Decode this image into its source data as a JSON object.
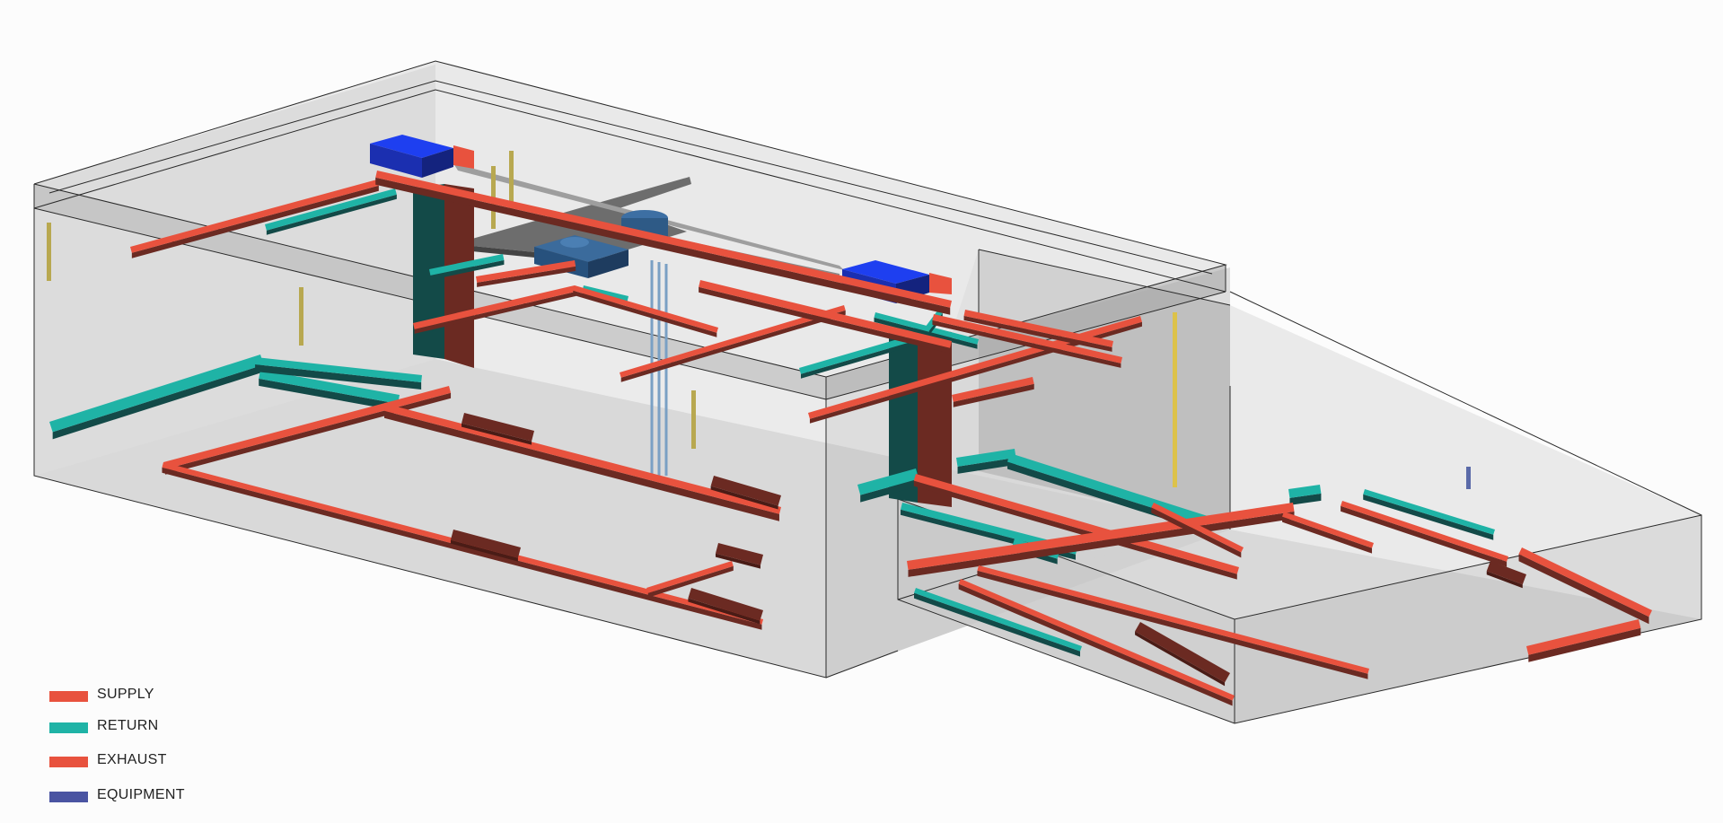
{
  "colors": {
    "supply": "#e8523e",
    "supply_dark": "#6b2a22",
    "return": "#1fb3a6",
    "return_dark": "#134a48",
    "exhaust": "#e8523e",
    "equipment": "#1e2fd6",
    "equipment_dark": "#1c2a8a",
    "equipment_swatch": "#4a54a2",
    "platform": "#6d6d6d",
    "platform_dark": "#444444",
    "tank": "#2e5a86",
    "post": "#b8a850",
    "post_yellow": "#dcc24a",
    "building_fill": "#d2d2d2",
    "building_dark": "#bcbcbc",
    "building_edge": "#2a2a2a"
  },
  "legend": {
    "items": [
      {
        "label": "SUPPLY",
        "color_key": "supply"
      },
      {
        "label": "RETURN",
        "color_key": "return"
      },
      {
        "label": "EXHAUST",
        "color_key": "exhaust"
      },
      {
        "label": "EQUIPMENT",
        "color_key": "equipment_swatch"
      }
    ]
  }
}
